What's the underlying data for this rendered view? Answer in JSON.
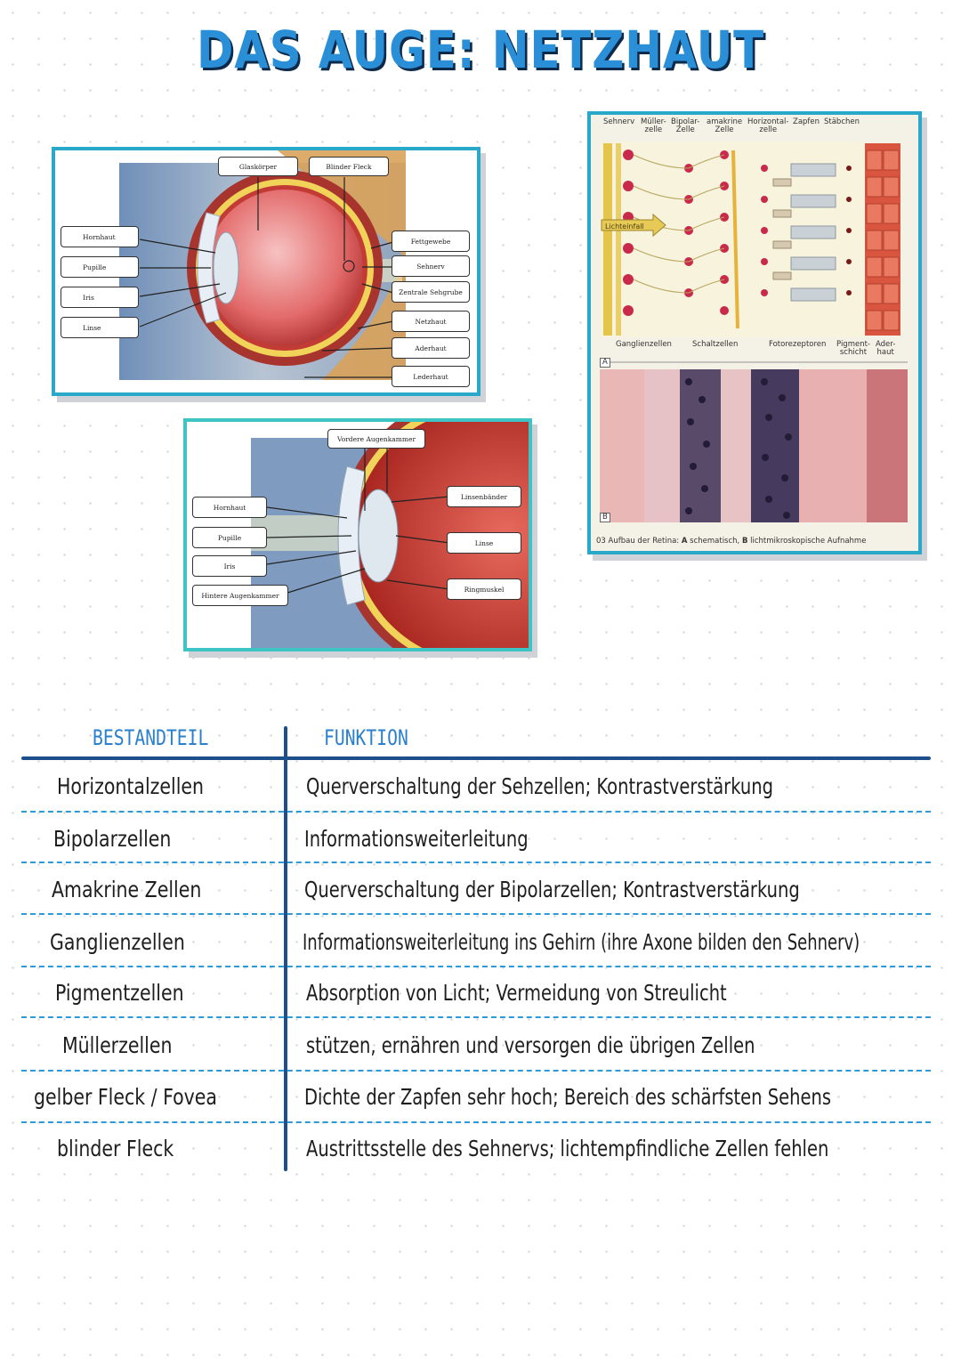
{
  "title": "DAS AUGE: NETZHAUT",
  "figure1": {
    "labels_top": [
      "Glaskörper",
      "Blinder Fleck"
    ],
    "labels_left": [
      "Hornhaut",
      "Pupille",
      "Iris",
      "Linse"
    ],
    "labels_right": [
      "Fettgewebe",
      "Sehnerv",
      "Zentrale Sehgrube",
      "Netzhaut",
      "Aderhaut",
      "Lederhaut"
    ]
  },
  "figure2": {
    "label_top": "Vordere Augenkammer",
    "labels_left": [
      "Hornhaut",
      "Pupille",
      "Iris",
      "Hintere Augenkammer"
    ],
    "labels_right": [
      "Linsenbänder",
      "Linse",
      "Ringmuskel"
    ]
  },
  "figure3": {
    "labels_top": [
      "Sehnerv",
      "Müller-\nzelle",
      "Bipolar-\nZelle",
      "amakrine\nZelle",
      "Horizontal-\nzelle",
      "Zapfen",
      "Stäbchen"
    ],
    "light_label": "Lichteinfall",
    "labels_bottom": [
      "Ganglienzellen",
      "Schaltzellen",
      "Fotorezeptoren",
      "Pigment-\nschicht",
      "Ader-\nhaut"
    ],
    "marker_a": "A",
    "marker_b": "B",
    "caption_num": "03",
    "caption_pre": "Aufbau der Retina:",
    "caption_a": "A",
    "caption_mid": "schematisch,",
    "caption_b": "B",
    "caption_post": "lichtmikroskopische Aufnahme"
  },
  "table": {
    "headers": [
      "BESTANDTEIL",
      "FUNKTION"
    ],
    "rows": [
      {
        "part": "Horizontalzellen",
        "function": "Querverschaltung der Sehzellen; Kontrastverstärkung"
      },
      {
        "part": "Bipolarzellen",
        "function": "Informationsweiterleitung"
      },
      {
        "part": "Amakrine Zellen",
        "function": "Querverschaltung der Bipolarzellen; Kontrastverstärkung"
      },
      {
        "part": "Ganglienzellen",
        "function": "Informationsweiterleitung ins Gehirn (ihre Axone bilden den Sehnerv)"
      },
      {
        "part": "Pigmentzellen",
        "function": "Absorption von Licht; Vermeidung von Streulicht"
      },
      {
        "part": "Müllerzellen",
        "function": "stützen, ernähren und versorgen die übrigen Zellen"
      },
      {
        "part": "gelber Fleck / Fovea",
        "function": "Dichte der Zapfen sehr hoch; Bereich des schärfsten Sehens"
      },
      {
        "part": "blinder Fleck",
        "function": "Austrittsstelle des Sehnervs; lichtempfindliche Zellen fehlen"
      }
    ]
  }
}
